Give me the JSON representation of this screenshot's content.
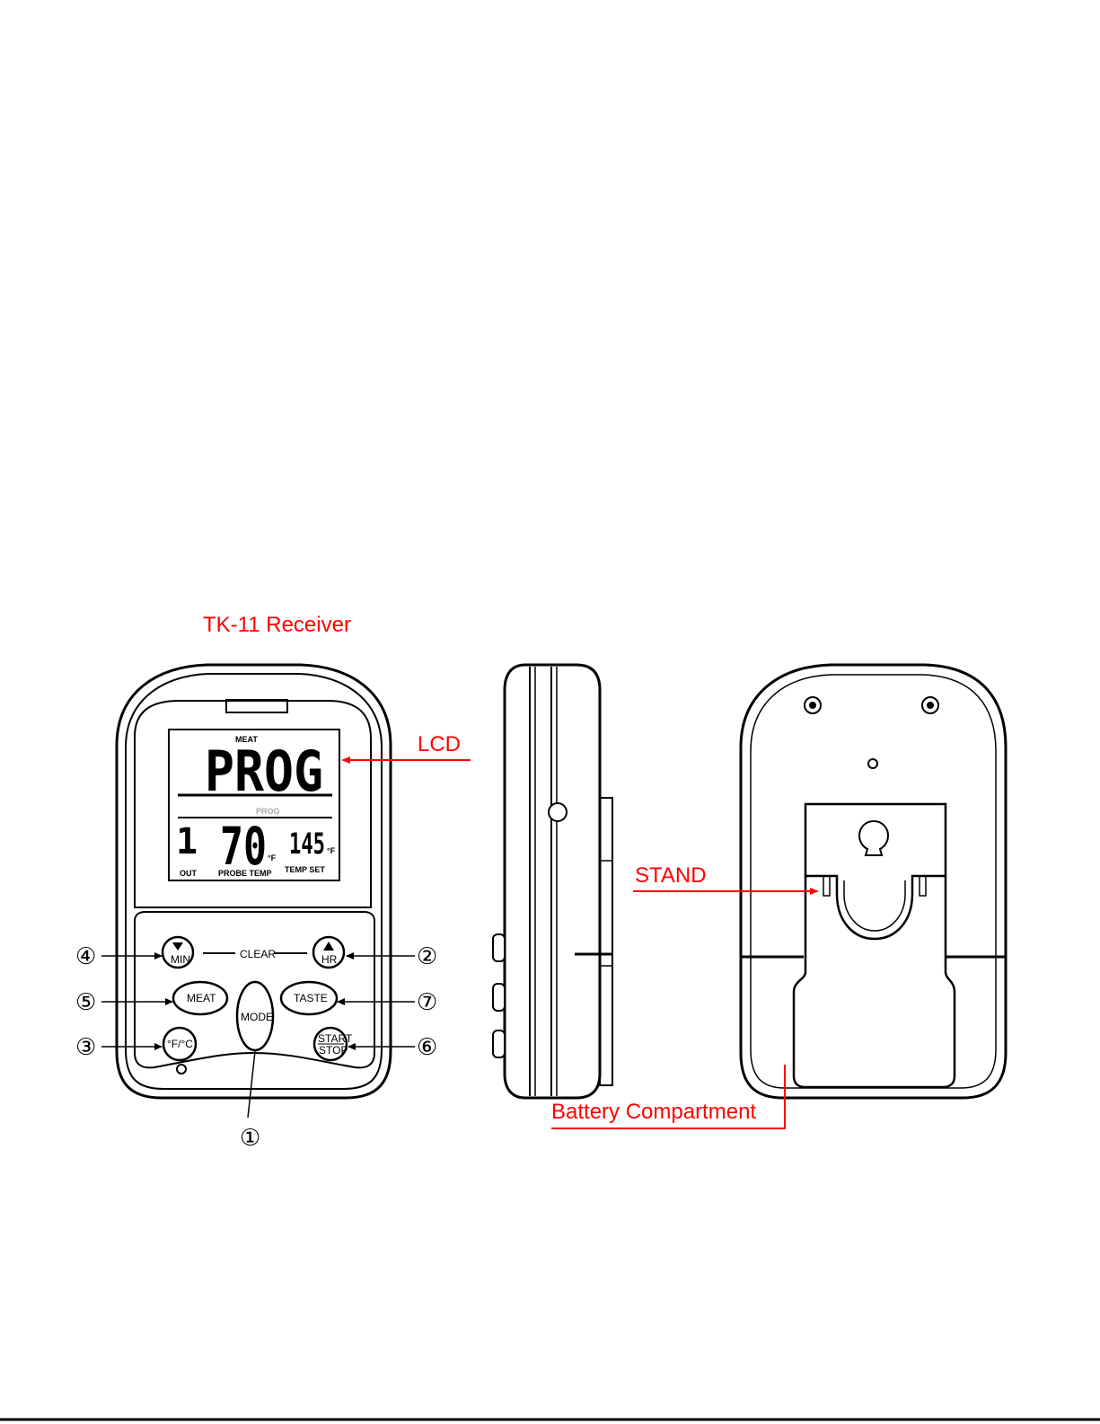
{
  "title": "TK-11 Receiver",
  "callouts": {
    "lcd": "LCD",
    "stand": "STAND",
    "battery": "Battery Compartment"
  },
  "numbers": {
    "mode": "①",
    "hr": "②",
    "unit": "③",
    "min": "④",
    "meat": "⑤",
    "start_stop": "⑥",
    "taste": "⑦"
  },
  "buttons": {
    "min_label": "MIN",
    "hr_label": "HR",
    "clear_label": "CLEAR",
    "meat_label": "MEAT",
    "mode_label": "MODE",
    "taste_label": "TASTE",
    "unit_label": "°F/°C",
    "start_label": "START",
    "stop_label": "STOP"
  },
  "lcd": {
    "meat_label": "MEAT",
    "main_text": "PROG",
    "prog_label": "PROG",
    "left_digit": "1",
    "probe_temp": "70",
    "temp_set": "145",
    "unit_f": "°F",
    "out_label": "OUT",
    "probe_temp_label": "PROBE TEMP",
    "temp_set_label": "TEMP SET"
  },
  "colors": {
    "accent_red": "#ff0000",
    "line": "#000000"
  }
}
